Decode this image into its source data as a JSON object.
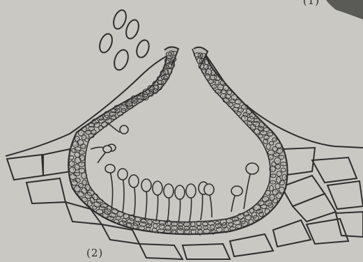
{
  "figure": {
    "panel_labels": [
      "(1)",
      "(2)"
    ],
    "subject": "pycnidium-cross-section",
    "colors": {
      "paper": "#c9c8c3",
      "ink": "#2e2e2e",
      "cell_fill": "#b9b8b2",
      "stipple": "#6b6b68",
      "corner_shadow": "#5a5a57"
    }
  }
}
